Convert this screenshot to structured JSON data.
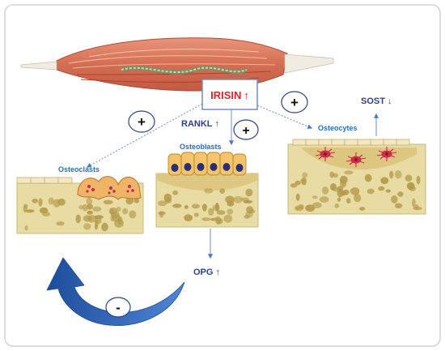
{
  "labels": {
    "irisin": "IRISIN",
    "rankl": "RANKL",
    "osteoblasts": "Osteoblasts",
    "osteoclasts": "Osteoclasts",
    "osteocytes": "Osteocytes",
    "sost": "SOST",
    "opg": "OPG"
  },
  "signs": {
    "plus_left": "+",
    "plus_middle": "+",
    "plus_right": "+",
    "minus": "-"
  },
  "arrow_glyphs": {
    "up": "↑",
    "down": "↓"
  },
  "colors": {
    "irisin_text": "#e8202a",
    "label_blue": "#2f3f8f",
    "cell_label_blue": "#1f6fc6",
    "bone": "#e9dba4",
    "bone_spots": "#b49a4a",
    "osteoblast_cell": "#f5c46a",
    "osteoclast_cell": "#f0b466",
    "osteocyte_red": "#d32a4a",
    "feedback_arrow": "#2d5fae",
    "muscle": "#d97a5c",
    "box_border": "#6f8fc8"
  },
  "icons": [
    "muscle-icon",
    "bone-tissue-icon",
    "osteoclast-icon",
    "osteoblast-icon",
    "osteocyte-icon"
  ]
}
